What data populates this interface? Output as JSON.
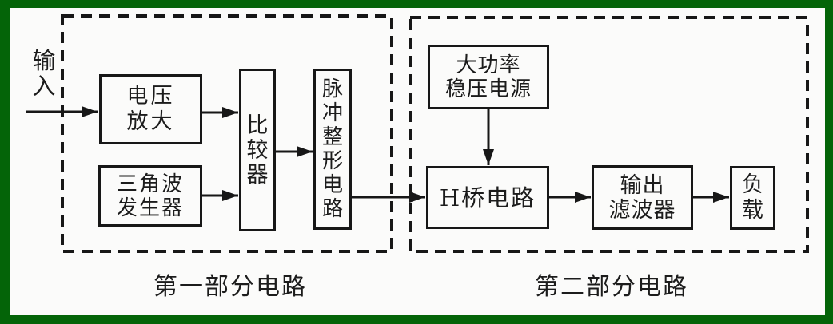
{
  "frame": {
    "border_color": "#046408",
    "paper_color": "#fbfbfa",
    "ink_color": "#171717"
  },
  "input_label": {
    "text": "输入",
    "chars": [
      "输",
      "入"
    ]
  },
  "sections": [
    {
      "caption": "第一部分电路"
    },
    {
      "caption": "第二部分电路"
    }
  ],
  "blocks": {
    "voltage_amp": {
      "label": "电压放大",
      "lines": [
        "电压",
        "放大"
      ]
    },
    "triangle_gen": {
      "label": "三角波发生器",
      "lines": [
        "三角波",
        "发生器"
      ]
    },
    "comparator": {
      "label": "比较器",
      "chars": [
        "比",
        "较",
        "器"
      ]
    },
    "pulse_shaper": {
      "label": "脉冲整形电路",
      "chars": [
        "脉",
        "冲",
        "整",
        "形",
        "电",
        "路"
      ]
    },
    "power_supply": {
      "label": "大功率稳压电源",
      "lines": [
        "大功率",
        "稳压电源"
      ]
    },
    "h_bridge": {
      "label": "H桥电路",
      "lines": [
        "H桥电路"
      ]
    },
    "output_filter": {
      "label": "输出滤波器",
      "lines": [
        "输出",
        "滤波器"
      ]
    },
    "load": {
      "label": "负载",
      "chars": [
        "负",
        "载"
      ]
    }
  },
  "diagram": {
    "type": "block-diagram",
    "connections": [
      {
        "from": "输入",
        "to": "电压放大"
      },
      {
        "from": "电压放大",
        "to": "比较器"
      },
      {
        "from": "三角波发生器",
        "to": "比较器"
      },
      {
        "from": "比较器",
        "to": "脉冲整形电路"
      },
      {
        "from": "脉冲整形电路",
        "to": "H桥电路"
      },
      {
        "from": "大功率稳压电源",
        "to": "H桥电路"
      },
      {
        "from": "H桥电路",
        "to": "输出滤波器"
      },
      {
        "from": "输出滤波器",
        "to": "负载"
      }
    ],
    "groups": [
      {
        "caption": "第一部分电路",
        "members": [
          "电压放大",
          "三角波发生器",
          "比较器",
          "脉冲整形电路"
        ]
      },
      {
        "caption": "第二部分电路",
        "members": [
          "大功率稳压电源",
          "H桥电路",
          "输出滤波器",
          "负载"
        ]
      }
    ]
  }
}
